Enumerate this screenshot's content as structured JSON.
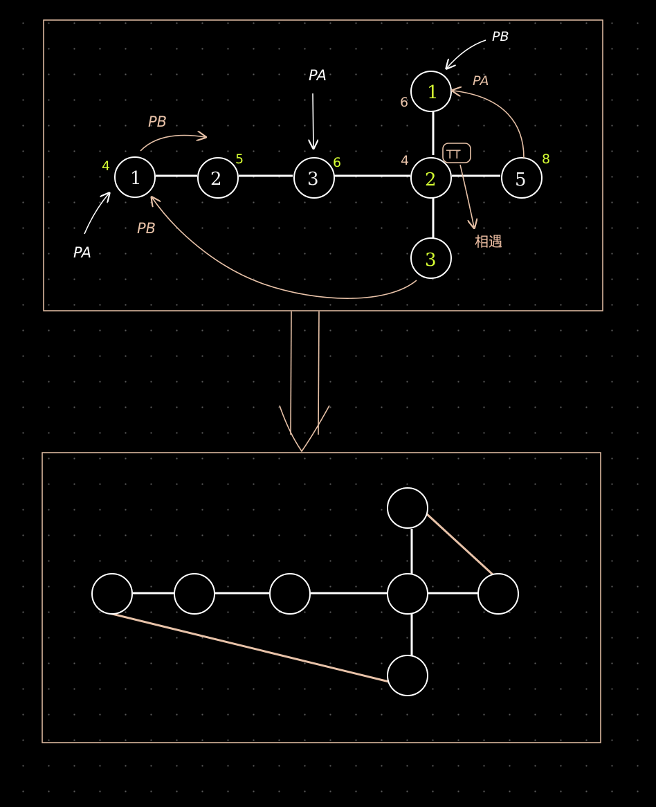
{
  "colors": {
    "background": "#000000",
    "frame": "#e8c2a8",
    "edge": "#ffffff",
    "accent_edge": "#e8c2a8",
    "highlight": "#d6ff33",
    "annotation": "#f0c0a4"
  },
  "top_diagram": {
    "nodes": {
      "n1_left": "1",
      "n2_mid": "2",
      "n3_mid": "3",
      "n2_center": "2",
      "n5_right": "5",
      "n1_top": "1",
      "n3_bottom": "3"
    },
    "side_numbers": {
      "n1_left": "4",
      "n2_mid": "5",
      "n3_mid": "6",
      "n2_center": "4",
      "n5_right": "8",
      "n1_top": "6"
    },
    "labels": {
      "pa_left": "PA",
      "pb_left_top": "PB",
      "pb_left_bottom": "PB",
      "pa_center": "PA",
      "pb_top": "PB",
      "pa_right": "PA",
      "meet_mark": "TT",
      "meet_text": "相遇"
    }
  }
}
